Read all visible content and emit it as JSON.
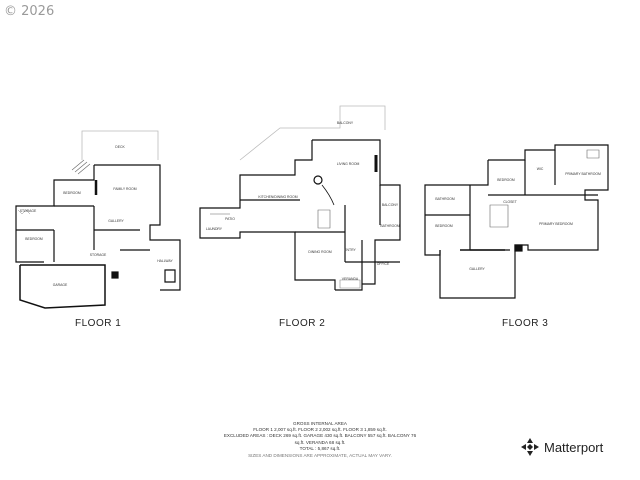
{
  "copyright": "© 2026",
  "floors": [
    {
      "label": "FLOOR 1"
    },
    {
      "label": "FLOOR 2"
    },
    {
      "label": "FLOOR 3"
    }
  ],
  "rooms": {
    "f1": [
      "DECK",
      "FAMILY ROOM",
      "BEDROOM",
      "STORAGE",
      "BEDROOM",
      "GALLERY",
      "STORAGE",
      "HALLWAY",
      "GARAGE"
    ],
    "f2": [
      "BALCONY",
      "LIVING ROOM",
      "KITCHEN/DINING ROOM",
      "BALCONY",
      "PATIO",
      "LAUNDRY",
      "BATHROOM",
      "DINING ROOM",
      "ENTRY",
      "OFFICE",
      "VERANDA"
    ],
    "f3": [
      "BEDROOM",
      "WIC",
      "PRIMARY BATHROOM",
      "BATHROOM",
      "CLOSET",
      "BEDROOM",
      "PRIMARY BEDROOM",
      "GALLERY"
    ]
  },
  "area": {
    "line1": "GROSS INTERNAL AREA",
    "line2": "FLOOR 1 2,007 sq.ft.   FLOOR 2 2,002 sq.ft.   FLOOR 3  1,859 sq.ft.",
    "line3": "EXCLUDED AREAS :  DECK 269 sq.ft.   GARAGE 430 sq.ft.   BALCONY 557 sq.ft.   BALCONY 76",
    "line4": "sq.ft.    VERANDA 68 sq.ft.",
    "line5": "TOTAL :   5,867  sq.ft.",
    "note": "SIZES AND DIMENSIONS ARE APPROXIMATE, ACTUAL MAY VARY."
  },
  "brand": {
    "name": "Matterport",
    "icon": "matterport-logo-icon"
  }
}
